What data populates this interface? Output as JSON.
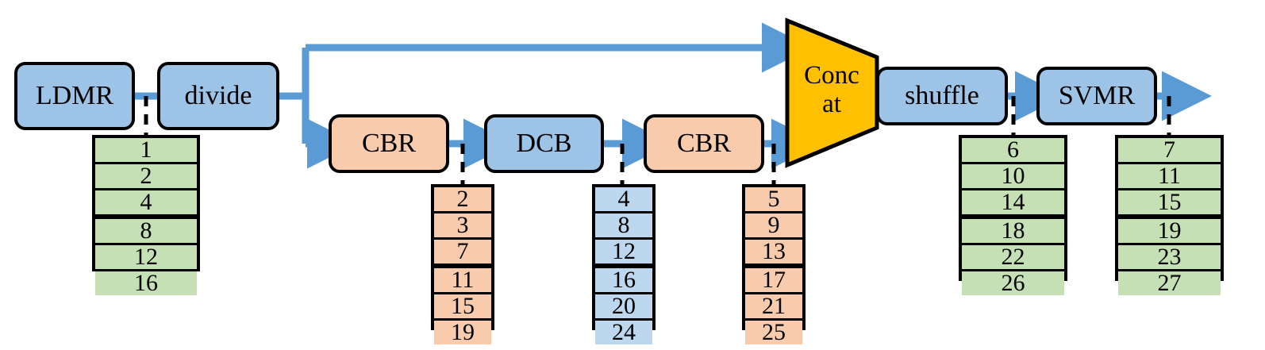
{
  "diagram": {
    "title": "LDMR divide CBR DCB CBR Concat shuffle SVMR pipeline",
    "colors": {
      "blue_fill": "#9dc3e6",
      "peach_fill": "#f8cbad",
      "green_fill": "#c5e0b4",
      "blue_table_fill": "#bdd7ee",
      "yellow_fill": "#ffc000",
      "arrow_blue": "#5b9bd5",
      "outline": "#000000"
    },
    "nodes": [
      {
        "id": "ldmr",
        "label": "LDMR",
        "shape": "rounded-rect",
        "fill": "blue"
      },
      {
        "id": "divide",
        "label": "divide",
        "shape": "rounded-rect",
        "fill": "blue"
      },
      {
        "id": "cbr1",
        "label": "CBR",
        "shape": "rounded-rect",
        "fill": "peach"
      },
      {
        "id": "dcb",
        "label": "DCB",
        "shape": "rounded-rect",
        "fill": "blue"
      },
      {
        "id": "cbr2",
        "label": "CBR",
        "shape": "rounded-rect",
        "fill": "peach"
      },
      {
        "id": "concat",
        "label": "Conc at",
        "label_line1": "Conc",
        "label_line2": "at",
        "shape": "trapezoid",
        "fill": "yellow"
      },
      {
        "id": "shuffle",
        "label": "shuffle",
        "shape": "rounded-rect",
        "fill": "blue"
      },
      {
        "id": "svmr",
        "label": "SVMR",
        "shape": "rounded-rect",
        "fill": "blue"
      }
    ],
    "tables": [
      {
        "id": "table-ldmr",
        "attached_to": "ldmr",
        "fill": "green",
        "thick_divider_after_row": 3,
        "values": [
          "1",
          "2",
          "4",
          "8",
          "12",
          "16"
        ]
      },
      {
        "id": "table-cbr1",
        "attached_to": "cbr1",
        "fill": "peach",
        "thick_divider_after_row": 3,
        "values": [
          "2",
          "3",
          "7",
          "11",
          "15",
          "19"
        ]
      },
      {
        "id": "table-dcb",
        "attached_to": "dcb",
        "fill": "blue",
        "thick_divider_after_row": 3,
        "values": [
          "4",
          "8",
          "12",
          "16",
          "20",
          "24"
        ]
      },
      {
        "id": "table-cbr2",
        "attached_to": "cbr2",
        "fill": "peach",
        "thick_divider_after_row": 3,
        "values": [
          "5",
          "9",
          "13",
          "17",
          "21",
          "25"
        ]
      },
      {
        "id": "table-shuffle",
        "attached_to": "shuffle",
        "fill": "green",
        "thick_divider_after_row": 3,
        "values": [
          "6",
          "10",
          "14",
          "18",
          "22",
          "26"
        ]
      },
      {
        "id": "table-svmr",
        "attached_to": "svmr",
        "fill": "green",
        "thick_divider_after_row": 3,
        "values": [
          "7",
          "11",
          "15",
          "19",
          "23",
          "27"
        ]
      }
    ],
    "connections": [
      {
        "from": "ldmr",
        "to": "divide",
        "style": "solid-line",
        "arrow": false
      },
      {
        "from": "divide",
        "to": "concat",
        "style": "solid-line",
        "arrow": true,
        "route": "skip-top"
      },
      {
        "from": "divide",
        "to": "cbr1",
        "style": "solid-line",
        "arrow": true,
        "route": "down"
      },
      {
        "from": "cbr1",
        "to": "dcb",
        "style": "solid-line",
        "arrow": true
      },
      {
        "from": "dcb",
        "to": "cbr2",
        "style": "solid-line",
        "arrow": true
      },
      {
        "from": "cbr2",
        "to": "concat",
        "style": "solid-line",
        "arrow": true
      },
      {
        "from": "concat",
        "to": "shuffle",
        "style": "abutting",
        "arrow": false
      },
      {
        "from": "shuffle",
        "to": "svmr",
        "style": "solid-line",
        "arrow": true
      },
      {
        "from": "svmr",
        "to": "output",
        "style": "solid-line",
        "arrow": true
      }
    ],
    "leader_lines": [
      {
        "from": "ldmr",
        "to": "table-ldmr",
        "style": "dashed"
      },
      {
        "from": "cbr1",
        "to": "table-cbr1",
        "style": "dashed"
      },
      {
        "from": "dcb",
        "to": "table-dcb",
        "style": "dashed"
      },
      {
        "from": "cbr2",
        "to": "table-cbr2",
        "style": "dashed"
      },
      {
        "from": "shuffle",
        "to": "table-shuffle",
        "style": "dashed"
      },
      {
        "from": "svmr",
        "to": "table-svmr",
        "style": "dashed"
      }
    ]
  }
}
